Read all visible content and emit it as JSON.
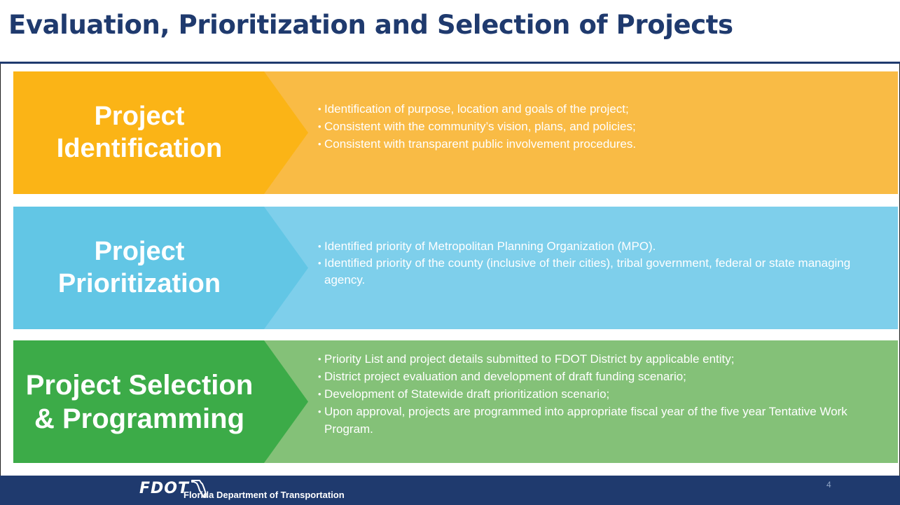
{
  "slide": {
    "title": "Evaluation, Prioritization and Selection of Projects",
    "page_number": "4"
  },
  "stages": [
    {
      "label_lines": [
        "Project",
        "Identification"
      ],
      "bullets": [
        "Identification of purpose, location and goals of the project;",
        "Consistent with the community’s vision, plans, and policies;",
        "Consistent with transparent public involvement procedures."
      ],
      "colors": {
        "label_bg": "#fbb416",
        "content_bg": "#f9bb45"
      }
    },
    {
      "label_lines": [
        "Project",
        "Prioritization"
      ],
      "bullets": [
        "Identified priority of Metropolitan Planning Organization (MPO).",
        "Identified priority of the county (inclusive of their cities), tribal government, federal or state managing agency."
      ],
      "colors": {
        "label_bg": "#62c6e5",
        "content_bg": "#7ecfeb"
      }
    },
    {
      "label_lines": [
        "Project Selection",
        "& Programming"
      ],
      "bullets": [
        "Priority List and project details submitted to FDOT District by applicable entity;",
        "District project evaluation and development of draft funding scenario;",
        "Development of Statewide draft prioritization scenario;",
        "Upon approval, projects are programmed into appropriate fiscal year of the five year Tentative Work Program."
      ],
      "colors": {
        "label_bg": "#3cab48",
        "content_bg": "#84c178"
      }
    }
  ],
  "footer": {
    "logo_text": "FDOT",
    "logo_icon": "florida-state-outline-icon",
    "org_name": "Florida Department of Transportation",
    "bg_color": "#1f3a6e"
  }
}
